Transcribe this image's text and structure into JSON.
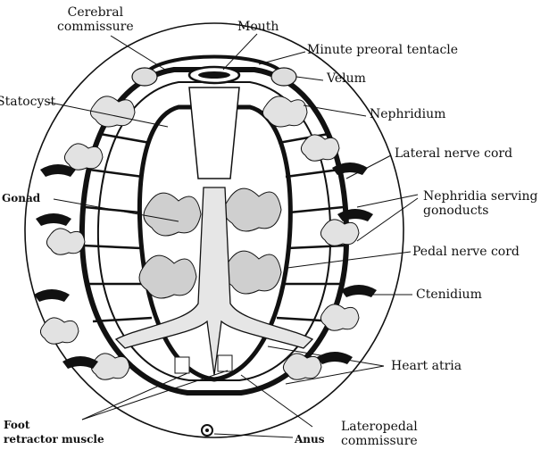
{
  "colors": {
    "ink": "#111111",
    "paper": "#ffffff",
    "stipple": "#d9d9d9"
  },
  "labels": {
    "cerebral_commissure": "Cerebral\ncommissure",
    "mouth": "Mouth",
    "minute_preoral_tentacle": "Minute preoral tentacle",
    "velum": "Velum",
    "statocyst": "Statocyst",
    "nephridium": "Nephridium",
    "lateral_nerve_cord": "Lateral nerve cord",
    "gonad": "Gonad",
    "nephridia_serving_gonoducts": "Nephridia serving\ngonoducts",
    "pedal_nerve_cord": "Pedal nerve cord",
    "ctenidium": "Ctenidium",
    "heart_atria": "Heart atria",
    "foot_retractor_muscle": "Foot\nretractor muscle",
    "anus": "Anus",
    "lateropedal_commissure": "Lateropedal\ncommissure"
  }
}
